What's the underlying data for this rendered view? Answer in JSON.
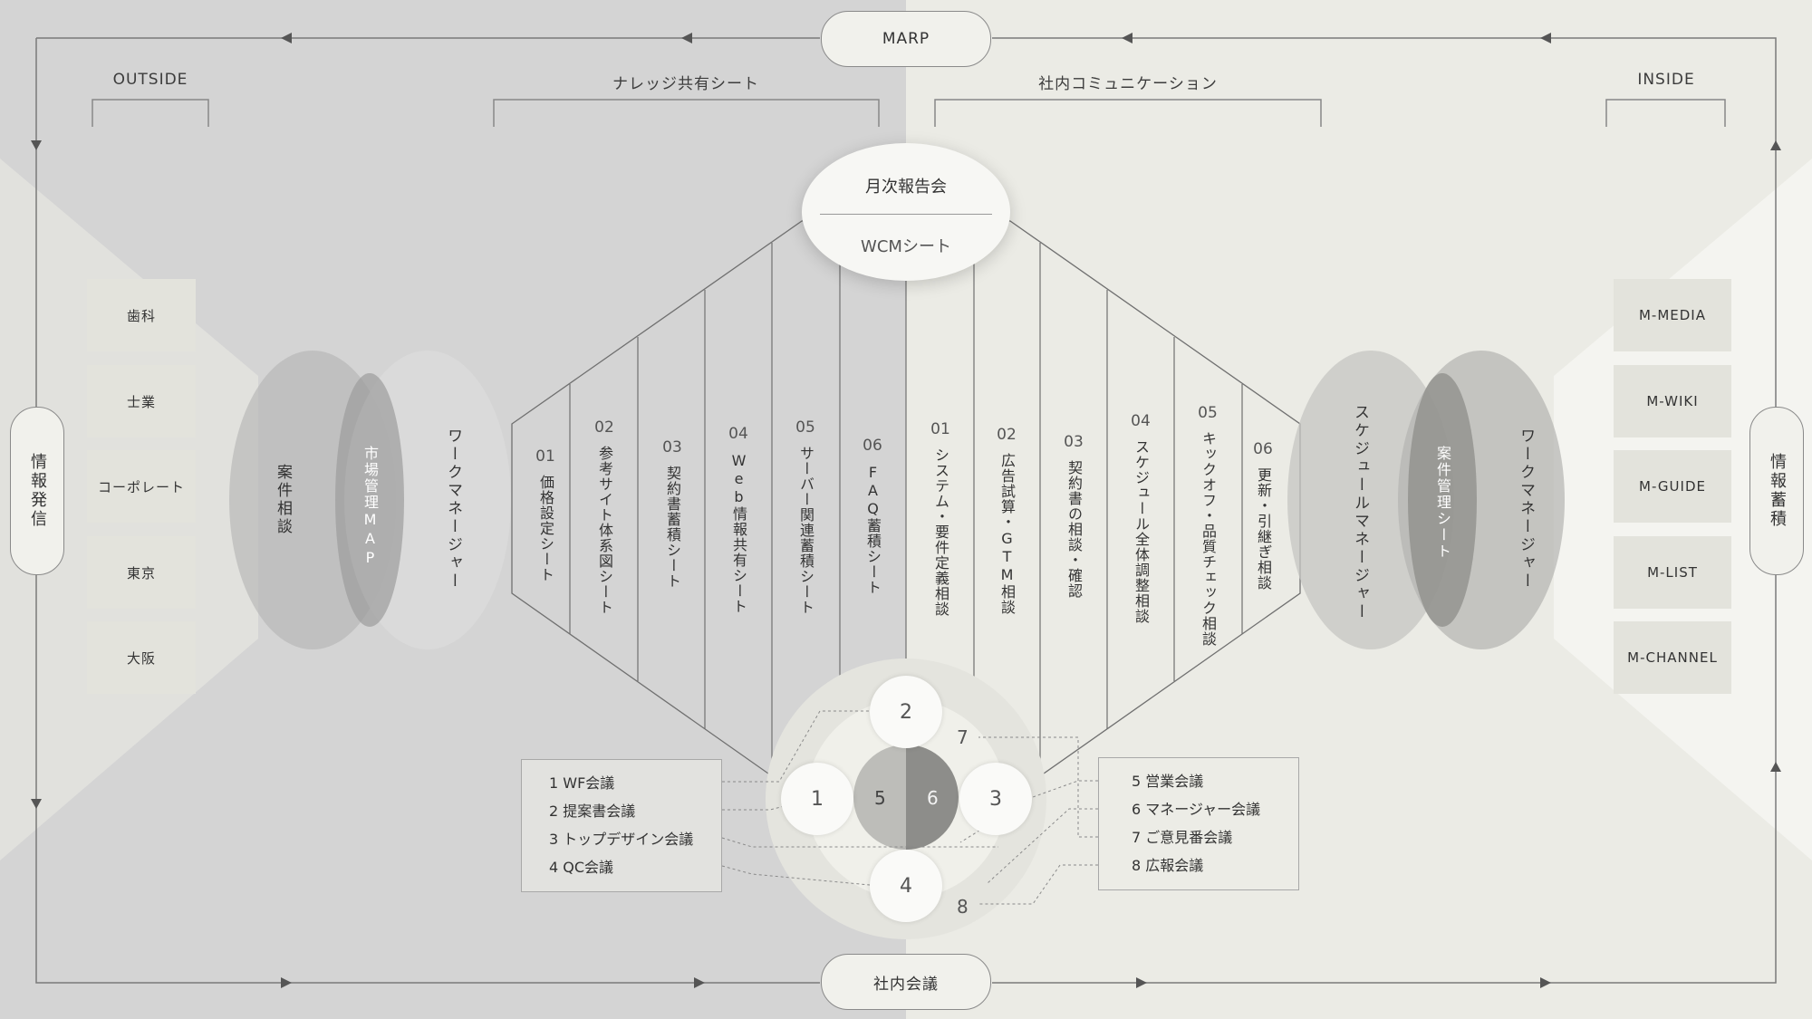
{
  "top_pill": "MARP",
  "bottom_pill": "社内会議",
  "left_side_label": "情報発信",
  "right_side_label": "情報蓄積",
  "headers": {
    "outside": "OUTSIDE",
    "knowledge": "ナレッジ共有シート",
    "communication": "社内コミュニケーション",
    "inside": "INSIDE"
  },
  "left_tiles": [
    "歯科",
    "士業",
    "コーポレート",
    "東京",
    "大阪"
  ],
  "right_tiles": [
    "M-MEDIA",
    "M-WIKI",
    "M-GUIDE",
    "M-LIST",
    "M-CHANNEL"
  ],
  "left_ovals": {
    "consult": "案件相談",
    "market_map": "市場管理MAP",
    "work_manager": "ワークマネージャー"
  },
  "right_ovals": {
    "schedule_manager": "スケジュールマネージャー",
    "project_sheet": "案件管理シート",
    "work_manager": "ワークマネージャー"
  },
  "center_oval": {
    "monthly": "月次報告会",
    "wcm": "WCMシート"
  },
  "knowledge_columns": [
    {
      "num": "01",
      "label": "価格設定シート"
    },
    {
      "num": "02",
      "label": "参考サイト体系図シート"
    },
    {
      "num": "03",
      "label": "契約書蓄積シート"
    },
    {
      "num": "04",
      "label": "Web情報共有シート"
    },
    {
      "num": "05",
      "label": "サーバー関連蓄積シート"
    },
    {
      "num": "06",
      "label": "FAQ蓄積シート"
    }
  ],
  "communication_columns": [
    {
      "num": "01",
      "label": "システム・要件定義相談"
    },
    {
      "num": "02",
      "label": "広告試算・GTM相談"
    },
    {
      "num": "03",
      "label": "契約書の相談・確認"
    },
    {
      "num": "04",
      "label": "スケジュール全体調整相談"
    },
    {
      "num": "05",
      "label": "キックオフ・品質チェック相談"
    },
    {
      "num": "06",
      "label": "更新・引継ぎ相談"
    }
  ],
  "meetings_left": [
    "1 WF会議",
    "2 提案書会議",
    "3 トップデザイン会議",
    "4 QC会議"
  ],
  "meetings_right": [
    "5 営業会議",
    "6 マネージャー会議",
    "7 ご意見番会議",
    "8 広報会議"
  ],
  "circle_numbers": [
    "1",
    "2",
    "3",
    "4",
    "5",
    "6",
    "7",
    "8"
  ]
}
